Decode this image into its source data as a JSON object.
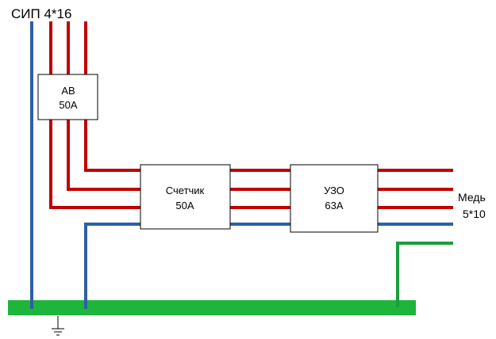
{
  "labels": {
    "input_cable": "СИП 4*16",
    "output_cable_line1": "Медь",
    "output_cable_line2": "5*10"
  },
  "devices": {
    "breaker": {
      "name": "АВ",
      "rating": "50А"
    },
    "meter": {
      "name": "Счетчик",
      "rating": "50А"
    },
    "rcd": {
      "name": "УЗО",
      "rating": "63А"
    }
  },
  "colors": {
    "phase": "#c00000",
    "neutral": "#2e5fa3",
    "ground_conductor": "#1a9e3a",
    "ground_bus": "#1db53a",
    "outline": "#000000"
  },
  "icons": {
    "ground": "ground-symbol-icon"
  }
}
